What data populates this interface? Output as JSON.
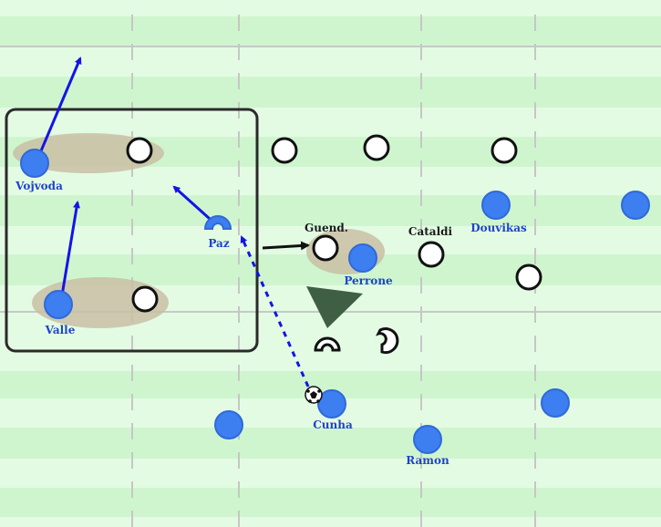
{
  "colors": {
    "pitch_light": "#e3fbe3",
    "pitch_stripe": "#cff5cf",
    "line": "#b9b9b9",
    "blue_player": "#3d7ef0",
    "blue_outline": "#2f6ad8",
    "white_player": "#ffffff",
    "player_outline": "#111111",
    "arrow_blue": "#1414e6",
    "arrow_black": "#111111",
    "pass_line": "#1414e6",
    "highlight": "#c9bea4",
    "cone": "#3f5f45",
    "label_blue": "#1e44c8",
    "label_black": "#1a1a1a"
  },
  "players": {
    "vojvoda": {
      "label": "Vojvoda",
      "team": "blue"
    },
    "valle": {
      "label": "Valle",
      "team": "blue"
    },
    "paz": {
      "label": "Paz",
      "team": "blue"
    },
    "perrone": {
      "label": "Perrone",
      "team": "blue"
    },
    "douvikas": {
      "label": "Douvikas",
      "team": "blue"
    },
    "cunha": {
      "label": "Cunha",
      "team": "blue"
    },
    "ramon": {
      "label": "Ramon",
      "team": "blue"
    },
    "guendouzi": {
      "label": "Guend.",
      "team": "white"
    },
    "cataldi": {
      "label": "Cataldi",
      "team": "white"
    }
  },
  "icons": {
    "ball": "soccer-ball-icon",
    "cone": "pressing-cone-icon"
  }
}
